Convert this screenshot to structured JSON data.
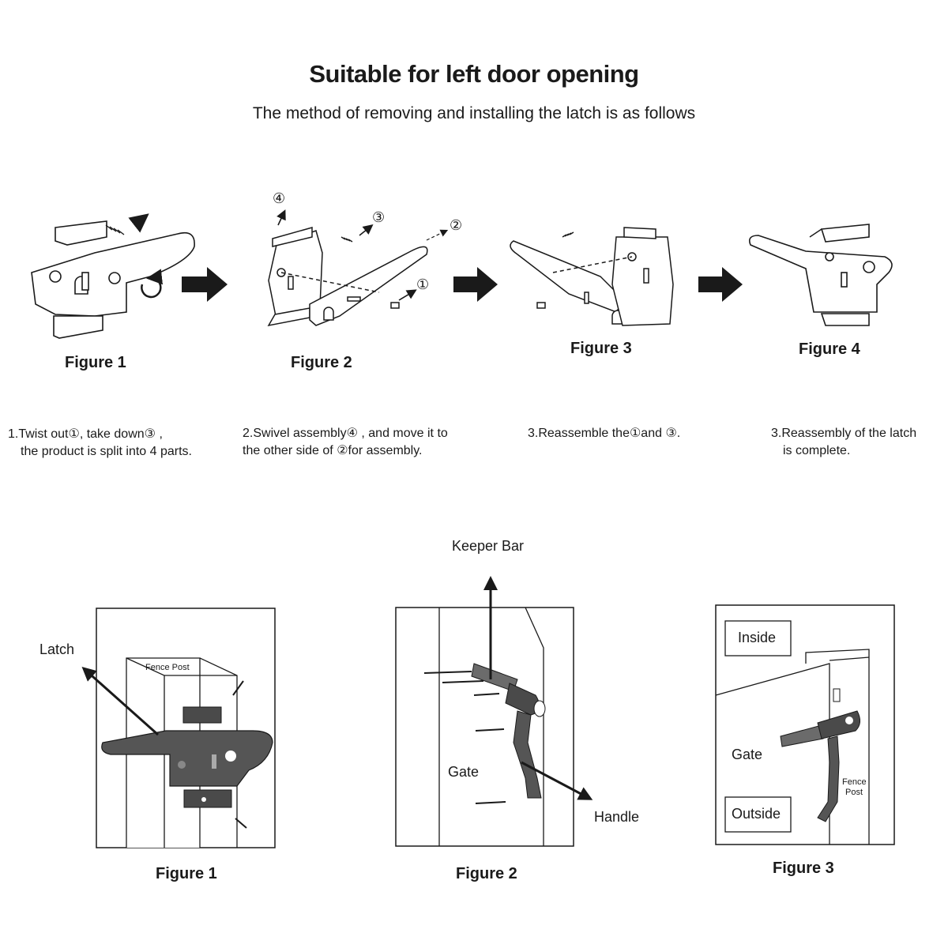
{
  "title": "Suitable for left door opening",
  "subtitle": "The method of removing and installing the latch is as follows",
  "top_figures": [
    "Figure 1",
    "Figure 2",
    "Figure 3",
    "Figure 4"
  ],
  "fig2_markers": [
    "④",
    "③",
    "②",
    "①"
  ],
  "steps": [
    {
      "line1": "1.Twist out①,  take down③ ,",
      "line2": "the product is split into 4 parts."
    },
    {
      "line1": "2.Swivel assembly④ , and move it to",
      "line2": "the other side of ②for assembly."
    },
    {
      "line1": "3.Reassemble the①and ③.",
      "line2": ""
    },
    {
      "line1": "3.Reassembly of the latch",
      "line2": "is complete."
    }
  ],
  "bottom_figures": [
    "Figure 1",
    "Figure 2",
    "Figure 3"
  ],
  "bottom_labels": {
    "latch": "Latch",
    "fence_post": "Fence Post",
    "keeper_bar": "Keeper Bar",
    "gate": "Gate",
    "handle": "Handle",
    "inside": "Inside",
    "outside": "Outside",
    "fence_post_small_1": "Fence",
    "fence_post_small_2": "Post"
  },
  "colors": {
    "ink": "#1a1a1a",
    "metal_dark": "#4a4a4a",
    "metal_mid": "#6b6b6b",
    "paper": "#ffffff"
  }
}
